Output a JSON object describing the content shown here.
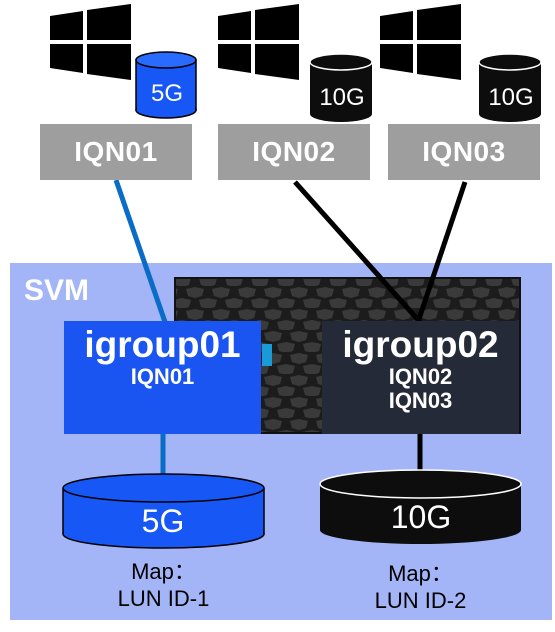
{
  "hosts": [
    {
      "id": "host1",
      "iqn": "IQN01",
      "disk_size": "5G",
      "disk_color": "#1757f5"
    },
    {
      "id": "host2",
      "iqn": "IQN02",
      "disk_size": "10G",
      "disk_color": "#0d0d0d"
    },
    {
      "id": "host3",
      "iqn": "IQN03",
      "disk_size": "10G",
      "disk_color": "#0d0d0d"
    }
  ],
  "svm": {
    "label": "SVM"
  },
  "igroups": [
    {
      "title": "igroup01",
      "members": [
        "IQN01"
      ],
      "color": "#1a55f2"
    },
    {
      "title": "igroup02",
      "members": [
        "IQN02",
        "IQN03"
      ],
      "color": "#252a38"
    }
  ],
  "luns": [
    {
      "size": "5G",
      "map_label": "Map：",
      "lun_id": "LUN ID-1",
      "color": "#1757f5"
    },
    {
      "size": "10G",
      "map_label": "Map：",
      "lun_id": "LUN ID-2",
      "color": "#0d0d0d"
    }
  ],
  "connection_colors": {
    "blue": "#0b6cc7",
    "black": "#000000"
  },
  "icons": {
    "os": "windows-logo-icon",
    "storage": "storage-array-icon",
    "disk": "disk-cylinder-icon"
  }
}
